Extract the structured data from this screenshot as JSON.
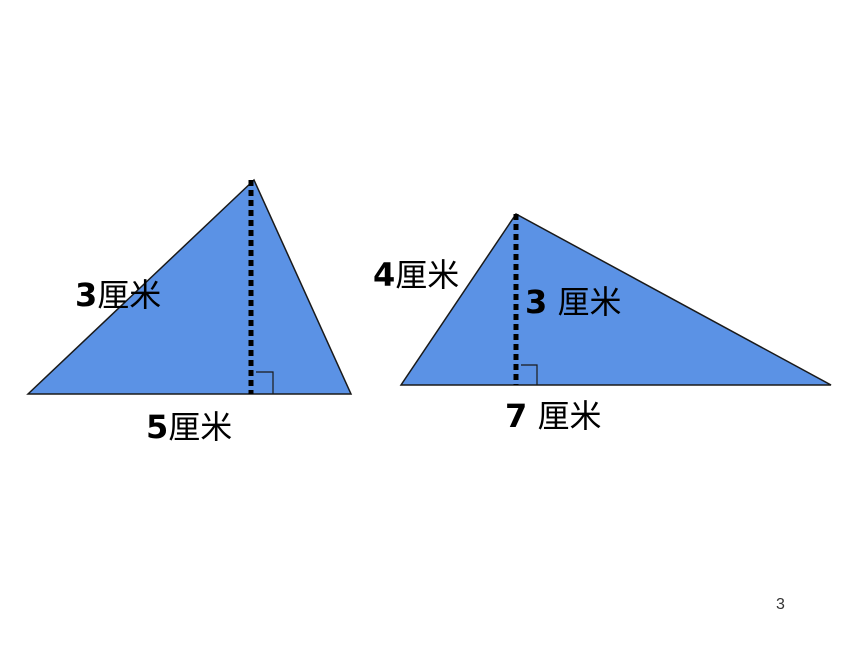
{
  "colors": {
    "fill": "#5b92e5",
    "edge": "#1a1a1a",
    "height_line": "#000000"
  },
  "left_triangle": {
    "side_num": "3",
    "side_unit": "厘米",
    "base_num": "5",
    "base_unit": "厘米"
  },
  "right_triangle": {
    "side_num": "4",
    "side_unit": "厘米",
    "height_num": "3",
    "height_unit": " 厘米",
    "base_num": "7",
    "base_unit": " 厘米"
  },
  "page_number": "3"
}
